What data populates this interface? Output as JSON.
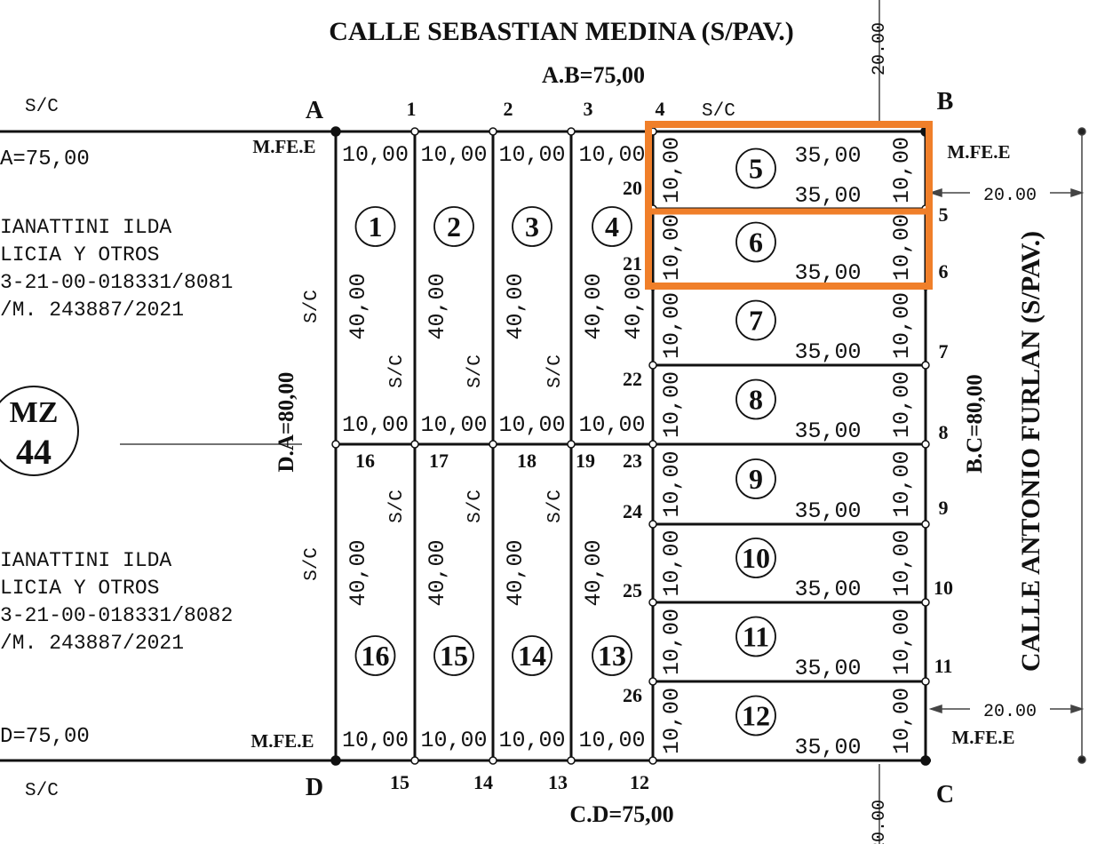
{
  "street_top": "CALLE SEBASTIAN MEDINA (S/PAV.)",
  "street_right": "CALLE ANTONIO FURLAN (S/PAV.)",
  "side_ab": "A.B=75,00",
  "side_cd": "C.D=75,00",
  "side_da": "D.A=80,00",
  "side_bc": "B.C=80,00",
  "corners": {
    "a": "A",
    "b": "B",
    "c": "C",
    "d": "D"
  },
  "mfe": "M.FE.E",
  "sc": "S/C",
  "street_width": "20.00",
  "block": {
    "prefix": "MZ",
    "number": "44"
  },
  "left_parcels": {
    "side_top": "A=75,00",
    "side_bottom": "D=75,00",
    "upper": [
      "IANATTINI ILDA",
      "LICIA Y OTROS",
      "3-21-00-018331/8081",
      "/M. 243887/2021"
    ],
    "lower": [
      "IANATTINI ILDA",
      "LICIA Y OTROS",
      "3-21-00-018331/8082",
      "/M. 243887/2021"
    ]
  },
  "lot_width": "10,00",
  "lot_depth": "40,00",
  "right_lot_length": "35,00",
  "lots_top": [
    "1",
    "2",
    "3",
    "4"
  ],
  "lots_bottom": [
    "16",
    "15",
    "14",
    "13"
  ],
  "lots_right": [
    "5",
    "6",
    "7",
    "8",
    "9",
    "10",
    "11",
    "12"
  ],
  "points": {
    "top": [
      "1",
      "2",
      "3",
      "4"
    ],
    "middle": [
      "16",
      "17",
      "18",
      "19"
    ],
    "bottom": [
      "15",
      "14",
      "13",
      "12"
    ],
    "inner": [
      "20",
      "21",
      "22",
      "23",
      "24",
      "25",
      "26"
    ],
    "right": [
      "5",
      "6",
      "7",
      "8",
      "9",
      "10",
      "11"
    ]
  },
  "highlight_color": "#f07f2a"
}
